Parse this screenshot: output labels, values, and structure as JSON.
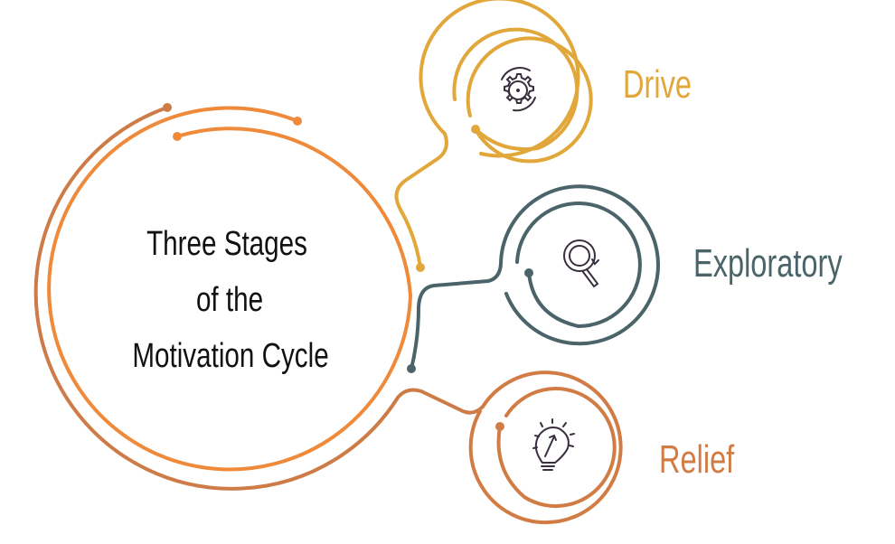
{
  "title": {
    "lines": [
      "Three Stages",
      "of the",
      "Motivation Cycle"
    ]
  },
  "stages": [
    {
      "label": "Drive",
      "icon": "gear-icon",
      "color": "#E2A73A"
    },
    {
      "label": "Exploratory",
      "icon": "magnifier-refresh-icon",
      "color": "#4A6469"
    },
    {
      "label": "Relief",
      "icon": "lightbulb-icon",
      "color": "#D27C45"
    }
  ],
  "colors": {
    "inner_ring": "#F08A3B",
    "outer_ring": "#CD7C48",
    "icon": "#3A2F3F",
    "text": "#111111"
  }
}
